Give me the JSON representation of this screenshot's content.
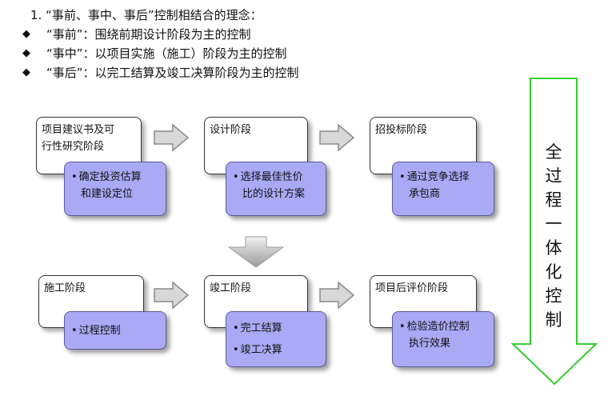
{
  "intro": {
    "title": "1. “事前、事中、事后”控制相结合的理念：",
    "bullets": [
      "“事前”：围绕前期设计阶段为主的控制",
      "“事中”：以项目实施（施工）阶段为主的控制",
      "“事后”：以完工结算及竣工决算阶段为主的控制"
    ],
    "bullet_glyph": "◆"
  },
  "stages": {
    "s1": {
      "title_l1": "项目建议书及可",
      "title_l2": "行性研究阶段",
      "items": [
        "确定投资估算",
        "和建设定位"
      ]
    },
    "s2": {
      "title_l1": "设计阶段",
      "items": [
        "选择最佳性价",
        "比的设计方案"
      ]
    },
    "s3": {
      "title_l1": "招投标阶段",
      "items": [
        "通过竞争选择",
        "承包商"
      ]
    },
    "s4": {
      "title_l1": "施工阶段",
      "items": [
        "过程控制"
      ]
    },
    "s5": {
      "title_l1": "竣工阶段",
      "items": [
        "完工结算",
        "竣工决算"
      ]
    },
    "s6": {
      "title_l1": "项目后评价阶段",
      "items": [
        "检验造价控制",
        "执行效果"
      ]
    }
  },
  "side_arrow": {
    "label": "全过程一体化控制",
    "color": "#33cc33"
  },
  "colors": {
    "box_fill": "#a9a9f5",
    "arrow_fill": "#d8d8d8",
    "arrow_stroke": "#8a8a8a"
  }
}
